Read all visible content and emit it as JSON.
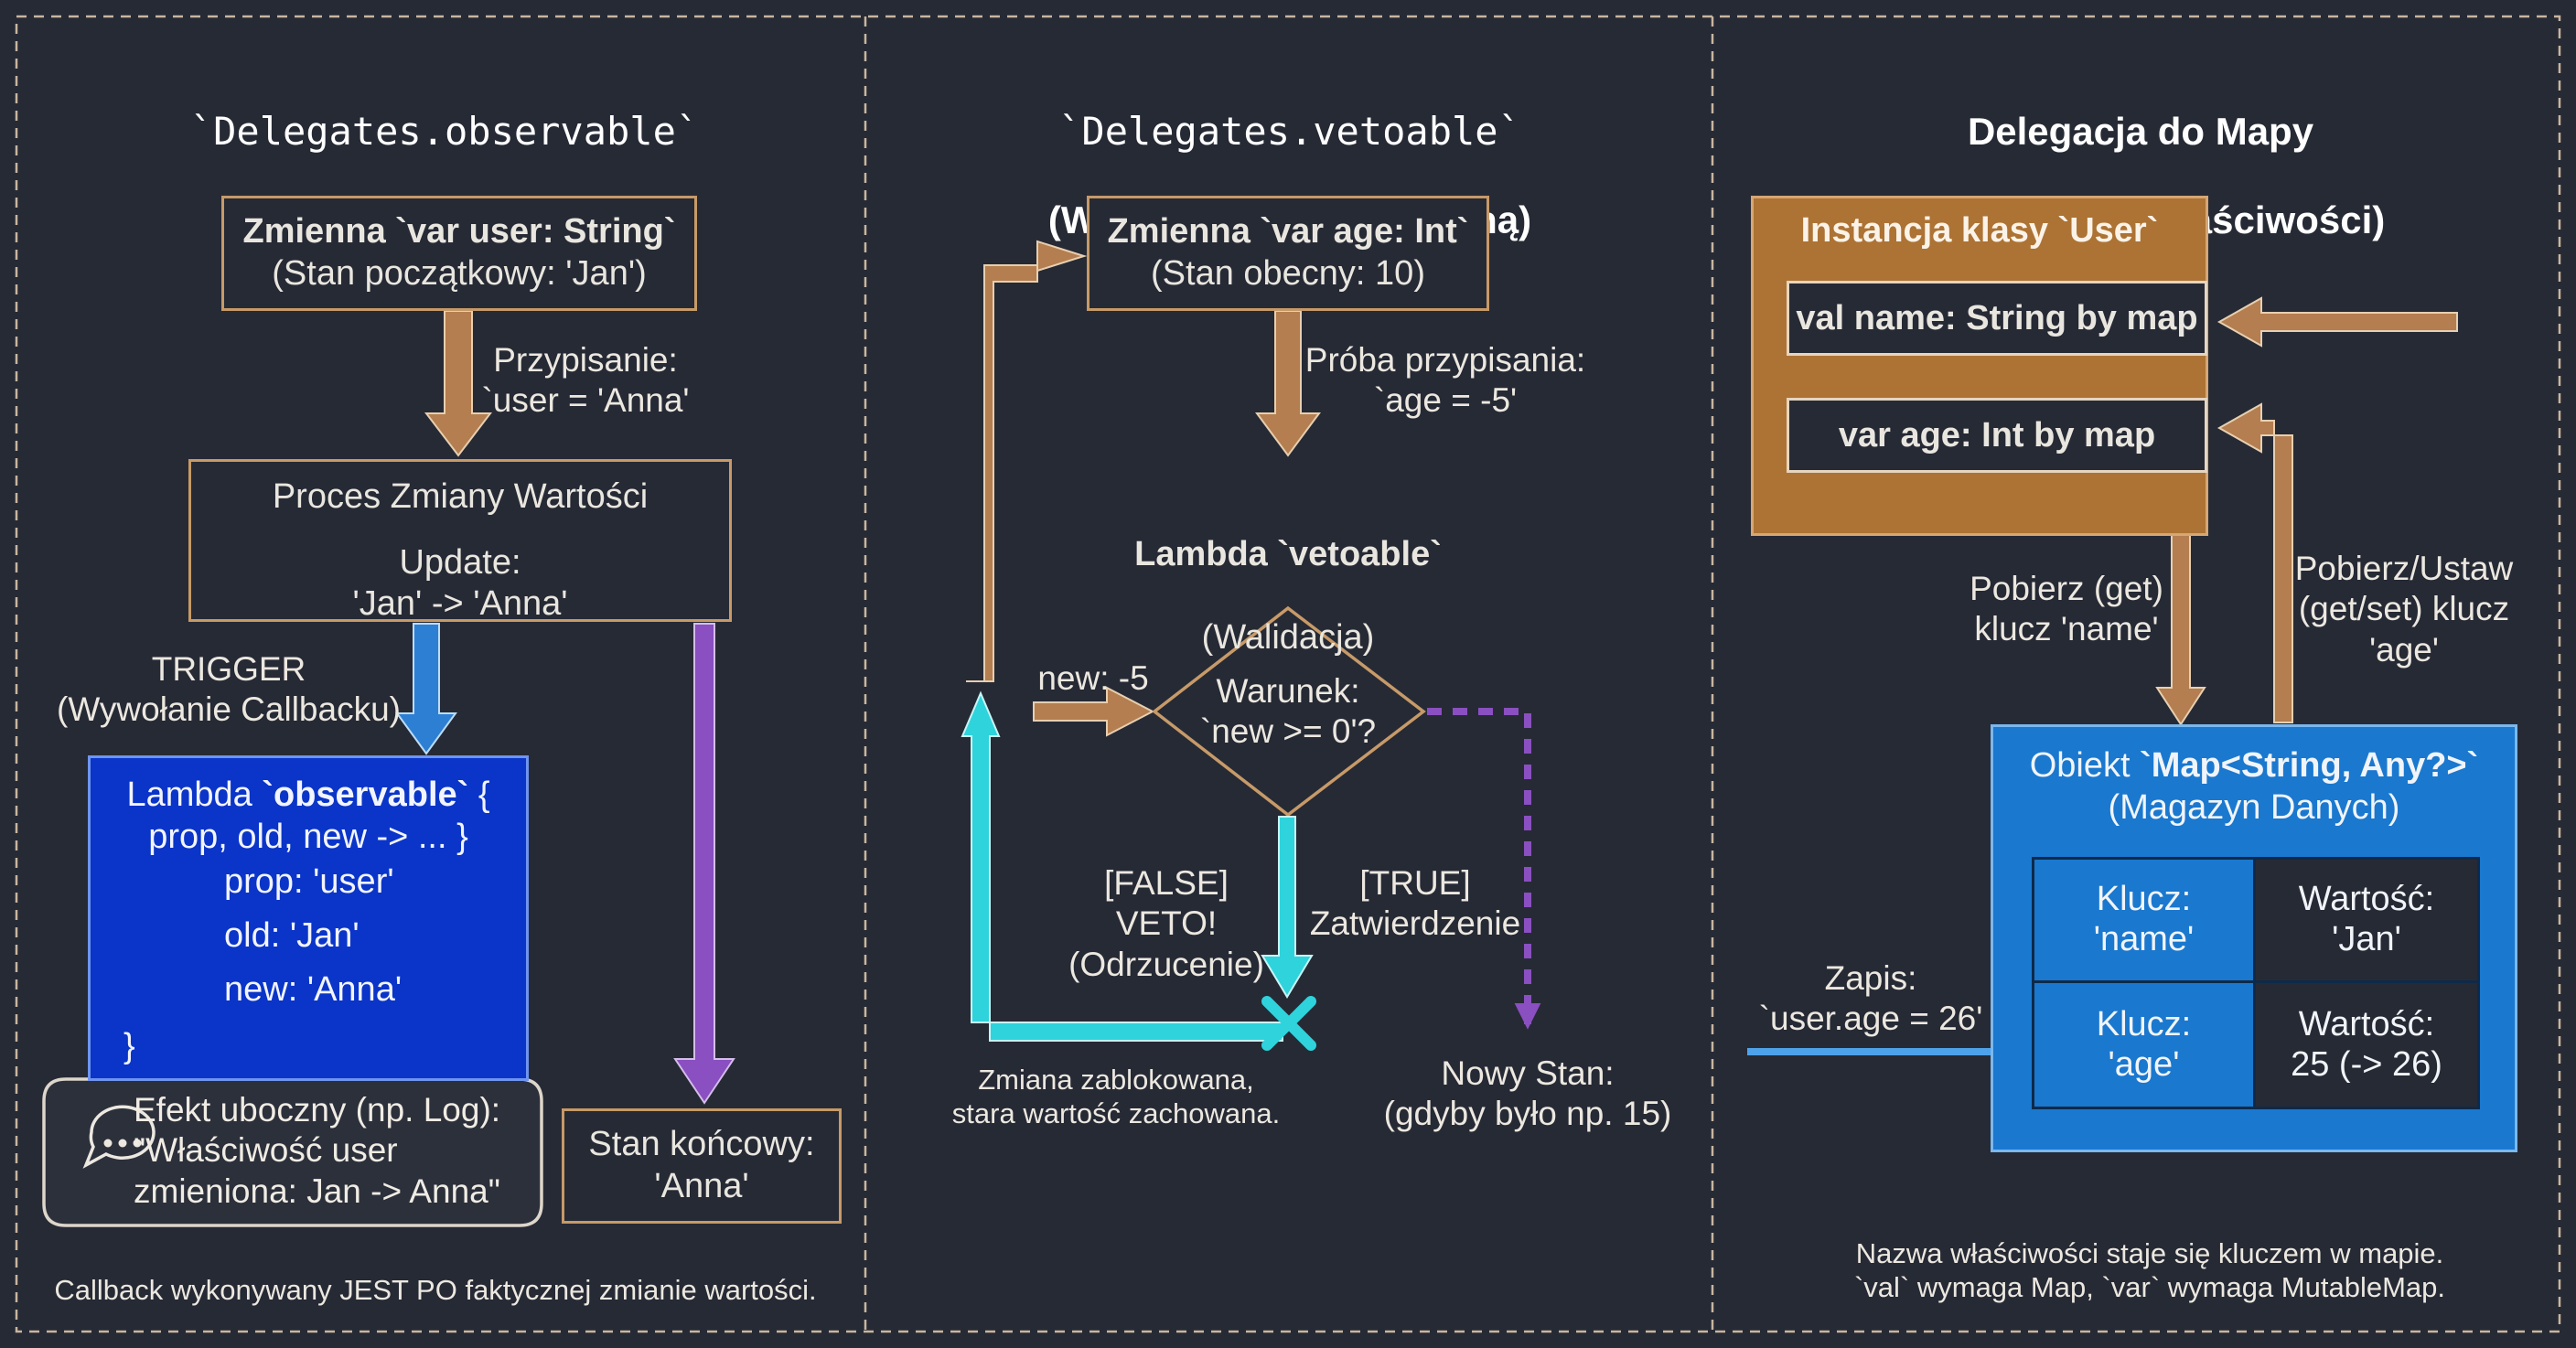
{
  "panel_observable": {
    "title_code": "`Delegates.observable`",
    "title_sub": "(Reakcja PO zmianie)",
    "var_box_title": "Zmienna `var user: String`",
    "var_box_state": "(Stan początkowy: 'Jan')",
    "assign_label": "Przypisanie:\n`user = 'Anna'",
    "process_title": "Proces Zmiany Wartości",
    "process_update": "Update:\n'Jan' -> 'Anna'",
    "trigger_label": "TRIGGER\n(Wywołanie Callbacku)",
    "lambda_prefix": "Lambda ",
    "lambda_keyword": "`observable`",
    "lambda_brace": " {",
    "lambda_params": "prop, old, new -> ... }",
    "lambda_items": [
      "prop: 'user'",
      "old: 'Jan'",
      "new: 'Anna'"
    ],
    "lambda_close": "}",
    "side_effect": "Efekt uboczny (np. Log):\n\"Właściwość user\nzmieniona: Jan -> Anna\"",
    "final_state": "Stan końcowy:\n'Anna'",
    "footer": "Callback wykonywany JEST PO faktycznej zmianie wartości."
  },
  "panel_vetoable": {
    "title_code": "`Delegates.vetoable`",
    "title_sub": "(Walidacja PRZED zmianą)",
    "var_box_title": "Zmienna `var age: Int`",
    "var_box_state": "(Stan obecny: 10)",
    "attempt_label": "Próba przypisania:\n`age = -5'",
    "lambda_title": "Lambda `vetoable`",
    "lambda_sub": "(Walidacja)",
    "new_label": "new: -5",
    "condition": "Warunek:\n`new >= 0'?",
    "false_label": "[FALSE]\nVETO!\n(Odrzucenie)",
    "true_label": "[TRUE]\nZatwierdzenie",
    "blocked_note": "Zmiana zablokowana,\nstara wartość zachowana.",
    "new_state": "Nowy Stan:\n(gdyby było np. 15)"
  },
  "panel_map": {
    "title_line1": "Delegacja do Mapy",
    "title_line2": "(Dynamiczne Właściwości)",
    "class_title": "Instancja klasy `User`",
    "prop_name": "val name: String by map",
    "prop_age": "var age: Int by map",
    "get_label": "Pobierz (get)\nklucz 'name'",
    "getset_label": "Pobierz/Ustaw\n(get/set) klucz\n'age'",
    "map_title_prefix": "Obiekt ",
    "map_title_code": "`Map<String, Any?>`",
    "map_sub": "(Magazyn Danych)",
    "table": [
      [
        "Klucz:\n'name'",
        "Wartość:\n'Jan'"
      ],
      [
        "Klucz:\n'age'",
        "Wartość:\n25 (-> 26)"
      ]
    ],
    "write_label": "Zapis:\n`user.age = 26'",
    "footer": "Nazwa właściwości staje się kluczem w mapie.\n`val` wymaga Map, `var` wymaga MutableMap."
  },
  "colors": {
    "background": "#262a35",
    "brown": "#b47e50",
    "blue": "#2d7fd3",
    "purple": "#8a4fc0",
    "cyan": "#2fd3dc",
    "lambda_fill": "#0a35c8",
    "map_fill": "#1a78cf",
    "class_fill": "#ad7334"
  }
}
